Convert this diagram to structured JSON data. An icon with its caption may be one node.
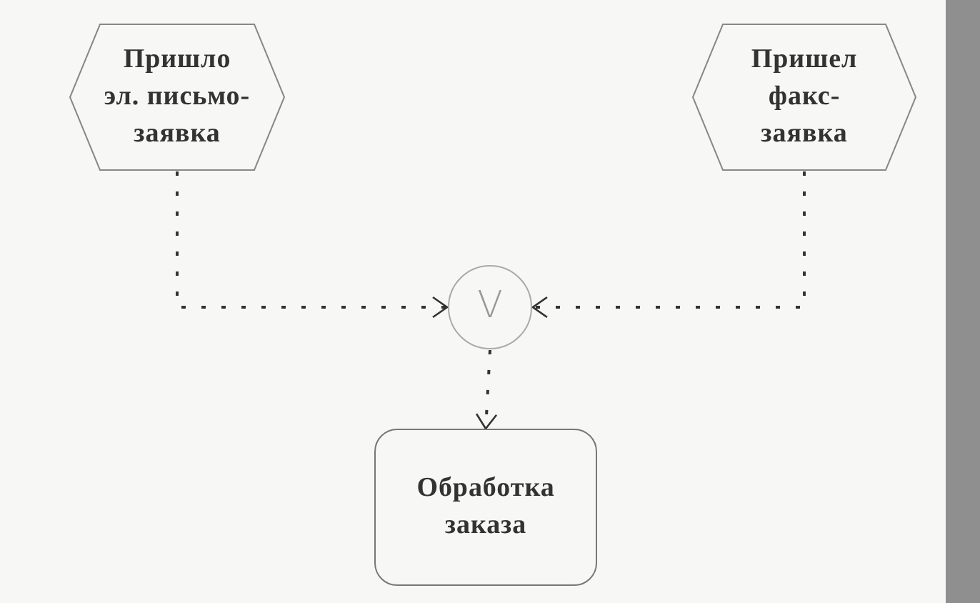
{
  "diagram": {
    "nodes": [
      {
        "text": [
          "Пришло эл. письмо-заявка"
        ]
      },
      {
        "text": [
          "Пришел факс-заявка"
        ]
      },
      {
        "text": [
          "V"
        ]
      },
      {
        "text": [
          "Обработка заказа"
        ]
      }
    ],
    "edges": [
      {
        "from": 0,
        "to": 2,
        "arrow": "to",
        "style": "dashed"
      },
      {
        "from": 1,
        "to": 2,
        "arrow": "to",
        "style": "dashed"
      },
      {
        "from": 2,
        "to": 3,
        "arrow": "to",
        "style": "dashed"
      }
    ]
  }
}
